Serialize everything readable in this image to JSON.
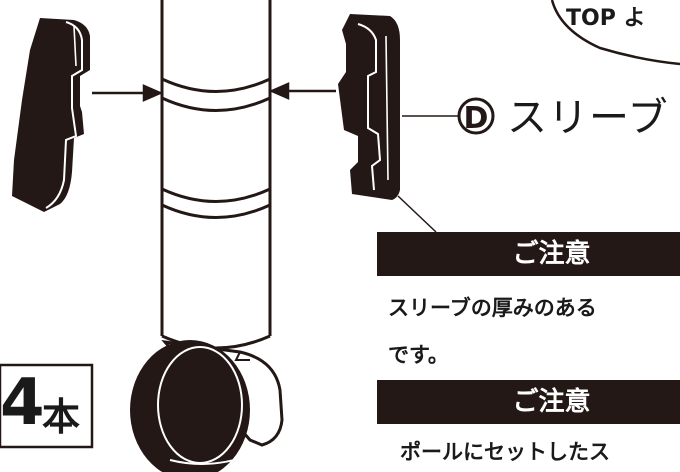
{
  "callout": {
    "top_text": "TOP よ"
  },
  "part_label": {
    "circle_letter": "D",
    "name": "スリーブ"
  },
  "quantity": {
    "number": "4",
    "unit": "本"
  },
  "notices": [
    {
      "title": "ご注意",
      "lines": [
        "スリーブの厚みのある",
        "です。"
      ]
    },
    {
      "title": "ご注意",
      "lines": [
        "ポールにセットしたス"
      ]
    }
  ],
  "colors": {
    "ink": "#231815",
    "paper": "#ffffff"
  }
}
